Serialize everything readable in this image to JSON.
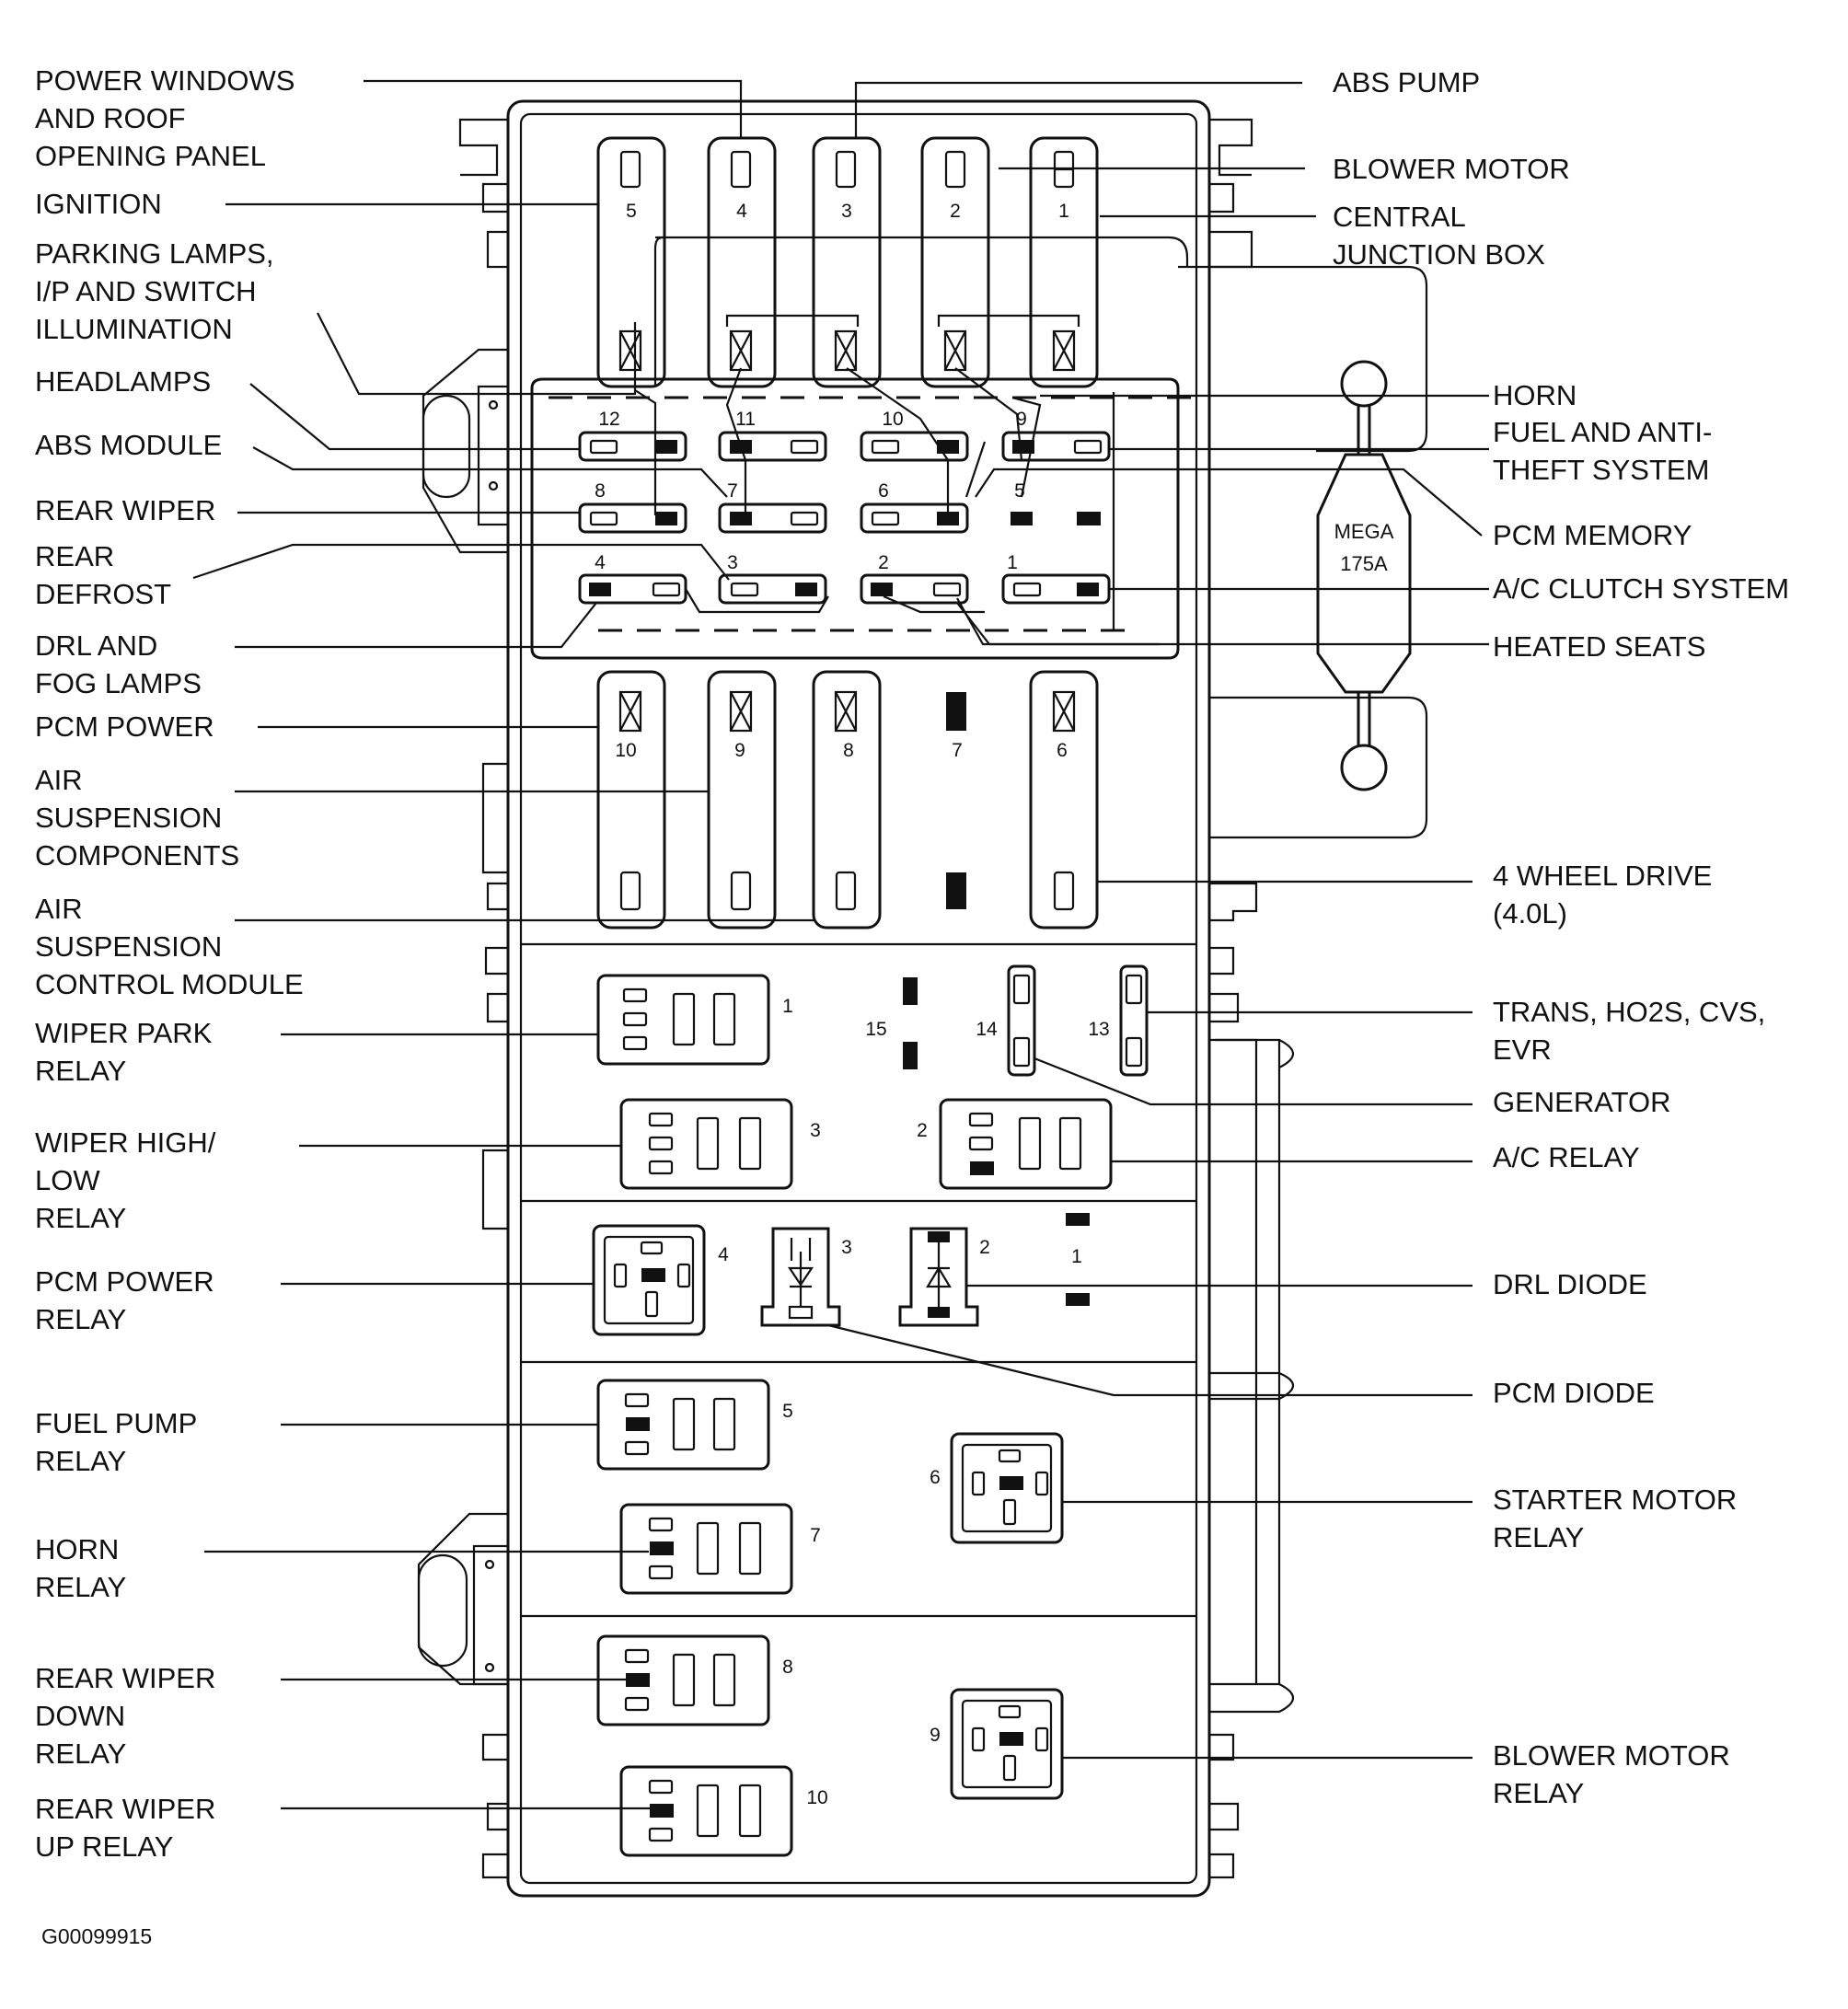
{
  "labels_left": [
    {
      "id": "power-windows",
      "lines": [
        "POWER WINDOWS",
        "AND ROOF",
        "OPENING PANEL"
      ]
    },
    {
      "id": "ignition",
      "lines": [
        "IGNITION"
      ]
    },
    {
      "id": "parking-lamps",
      "lines": [
        "PARKING LAMPS,",
        "I/P AND SWITCH",
        "ILLUMINATION"
      ]
    },
    {
      "id": "headlamps",
      "lines": [
        "HEADLAMPS"
      ]
    },
    {
      "id": "abs-module",
      "lines": [
        "ABS MODULE"
      ]
    },
    {
      "id": "rear-wiper",
      "lines": [
        "REAR WIPER"
      ]
    },
    {
      "id": "rear-defrost",
      "lines": [
        "REAR",
        "DEFROST"
      ]
    },
    {
      "id": "drl-fog",
      "lines": [
        "DRL  AND",
        "FOG LAMPS"
      ]
    },
    {
      "id": "pcm-power",
      "lines": [
        "PCM POWER"
      ]
    },
    {
      "id": "air-suspension-components",
      "lines": [
        "AIR",
        "SUSPENSION",
        "COMPONENTS"
      ]
    },
    {
      "id": "air-suspension-control",
      "lines": [
        "AIR",
        "SUSPENSION",
        "CONTROL MODULE"
      ]
    },
    {
      "id": "wiper-park-relay",
      "lines": [
        "WIPER PARK",
        "RELAY"
      ]
    },
    {
      "id": "wiper-high-low-relay",
      "lines": [
        "WIPER HIGH/",
        "LOW",
        "RELAY"
      ]
    },
    {
      "id": "pcm-power-relay",
      "lines": [
        "PCM POWER",
        "RELAY"
      ]
    },
    {
      "id": "fuel-pump-relay",
      "lines": [
        "FUEL PUMP",
        "RELAY"
      ]
    },
    {
      "id": "horn-relay",
      "lines": [
        "HORN",
        "RELAY"
      ]
    },
    {
      "id": "rear-wiper-down-relay",
      "lines": [
        "REAR WIPER",
        "DOWN",
        "RELAY"
      ]
    },
    {
      "id": "rear-wiper-up-relay",
      "lines": [
        "REAR WIPER",
        "UP  RELAY"
      ]
    }
  ],
  "labels_right": [
    {
      "id": "abs-pump",
      "lines": [
        "ABS PUMP"
      ]
    },
    {
      "id": "blower-motor",
      "lines": [
        "BLOWER MOTOR"
      ]
    },
    {
      "id": "central-junction-box",
      "lines": [
        "CENTRAL",
        "JUNCTION BOX"
      ]
    },
    {
      "id": "horn",
      "lines": [
        "HORN"
      ]
    },
    {
      "id": "fuel-anti-theft",
      "lines": [
        "FUEL AND ANTI-",
        "THEFT SYSTEM"
      ]
    },
    {
      "id": "pcm-memory",
      "lines": [
        "PCM MEMORY"
      ]
    },
    {
      "id": "ac-clutch",
      "lines": [
        "A/C CLUTCH SYSTEM"
      ]
    },
    {
      "id": "heated-seats",
      "lines": [
        "HEATED SEATS"
      ]
    },
    {
      "id": "four-wheel-drive",
      "lines": [
        "4 WHEEL DRIVE",
        "(4.0L)"
      ]
    },
    {
      "id": "trans-ho2s",
      "lines": [
        "TRANS, HO2S, CVS,",
        "EVR"
      ]
    },
    {
      "id": "generator",
      "lines": [
        "GENERATOR"
      ]
    },
    {
      "id": "ac-relay",
      "lines": [
        "A/C  RELAY"
      ]
    },
    {
      "id": "drl-diode",
      "lines": [
        "DRL DIODE"
      ]
    },
    {
      "id": "pcm-diode",
      "lines": [
        "PCM DIODE"
      ]
    },
    {
      "id": "starter-motor-relay",
      "lines": [
        "STARTER MOTOR",
        "RELAY"
      ]
    },
    {
      "id": "blower-motor-relay",
      "lines": [
        "BLOWER MOTOR",
        "RELAY"
      ]
    }
  ],
  "mega_fuse": {
    "line1": "MEGA",
    "line2": "175A"
  },
  "top_maxi_numbers": [
    "5",
    "4",
    "3",
    "2",
    "1"
  ],
  "mini_fuse_numbers": [
    "12",
    "11",
    "10",
    "9",
    "8",
    "7",
    "6",
    "5",
    "4",
    "3",
    "2",
    "1"
  ],
  "lower_maxi_numbers": [
    "10",
    "9",
    "8",
    "7",
    "6"
  ],
  "small_fuse_numbers": [
    "15",
    "14",
    "13"
  ],
  "relay_numbers": {
    "r1": "1",
    "r2": "2",
    "r3": "3",
    "r4": "4",
    "r5": "5",
    "r6": "6",
    "r7": "7",
    "r8": "8",
    "r9": "9",
    "r10": "10"
  },
  "diode_numbers": {
    "d3": "3",
    "d2": "2",
    "d1": "1"
  },
  "figure_code": "G00099915"
}
